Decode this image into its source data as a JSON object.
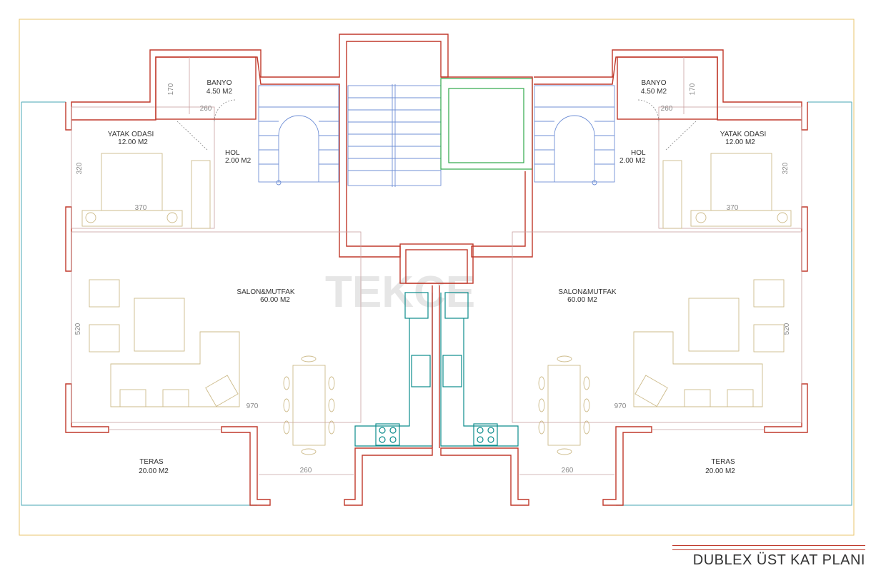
{
  "plan_title": "DUBLEX ÜST KAT PLANI",
  "watermark": "TEKCE",
  "rooms": {
    "left": {
      "banyo": {
        "name": "BANYO",
        "area": "4.50 M2"
      },
      "yatak": {
        "name": "YATAK ODASI",
        "area": "12.00 M2"
      },
      "hol": {
        "name": "HOL",
        "area": "2.00 M2"
      },
      "salon": {
        "name": "SALON&MUTFAK",
        "area": "60.00 M2"
      },
      "teras": {
        "name": "TERAS",
        "area": "20.00 M2"
      }
    },
    "right": {
      "banyo": {
        "name": "BANYO",
        "area": "4.50 M2"
      },
      "yatak": {
        "name": "YATAK ODASI",
        "area": "12.00 M2"
      },
      "hol": {
        "name": "HOL",
        "area": "2.00 M2"
      },
      "salon": {
        "name": "SALON&MUTFAK",
        "area": "60.00 M2"
      },
      "teras": {
        "name": "TERAS",
        "area": "20.00 M2"
      }
    }
  },
  "dimensions": {
    "banyo_width": "170",
    "wc": "260",
    "yatak_height": "320",
    "yatak_width": "370",
    "salon_height": "520",
    "salon_width": "970",
    "teras_width": "260"
  },
  "colors": {
    "walls": "#c0392b",
    "stairs": "#6f8fd6",
    "furniture": "#cdbb8a",
    "kitchen": "#0c8c8c",
    "terrace": "#6ab7c2",
    "elevator": "#2ea84a",
    "frame": "#e8c56e"
  }
}
